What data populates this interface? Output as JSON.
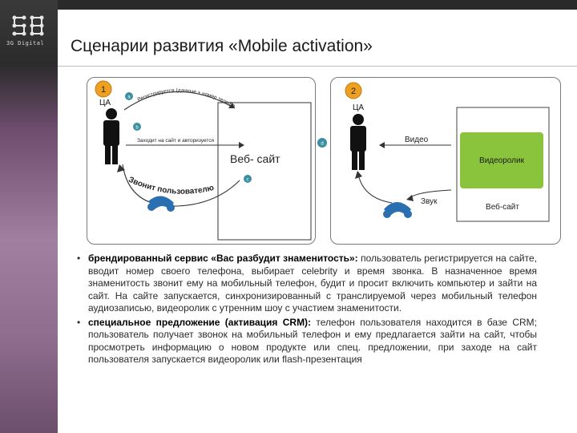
{
  "logo": {
    "text": "3G Digital"
  },
  "slide": {
    "title": "Сценарии развития «Mobile activation»"
  },
  "panel1": {
    "number": "1",
    "actor_label": "ЦА",
    "arc_text": "Регистрируется (данные + номер телефона)",
    "action_text": "Заходит на сайт и авторизуется",
    "site_label": "Веб- сайт",
    "call_text": "Звонит пользователю",
    "step_markers": [
      "a",
      "b",
      "c"
    ]
  },
  "connector_marker": "d",
  "panel2": {
    "number": "2",
    "actor_label": "ЦА",
    "video_label": "Видео",
    "sound_label": "Звук",
    "video_box": "Видеоролик",
    "site_label": "Веб-сайт"
  },
  "bullets": [
    {
      "bold": "брендированный сервис «Вас разбудит знаменитость»:",
      "text": " пользователь регистрируется на сайте, вводит номер своего телефона, выбирает celebrity и время звонка. В назначенное время знаменитость звонит ему на мобильный телефон, будит и просит включить компьютер и зайти на сайт. На сайте запускается, синхронизированный с транслируемой через мобильный телефон аудиозаписью, видеоролик с утренним шоу с участием знаменитости."
    },
    {
      "bold": "специальное предложение (активация CRM):",
      "text": " телефон пользователя находится в базе CRM; пользователь получает звонок на мобильный телефон и ему предлагается зайти на сайт, чтобы просмотреть информацию о новом продукте или спец. предложении, при заходе на сайт пользователя запускается видеоролик или flash-презентация"
    }
  ],
  "colors": {
    "accent_orange": "#f0a020",
    "video_green": "#8ac43c",
    "phone_blue": "#2a6fb0",
    "marker_teal": "#3a8fa0"
  }
}
